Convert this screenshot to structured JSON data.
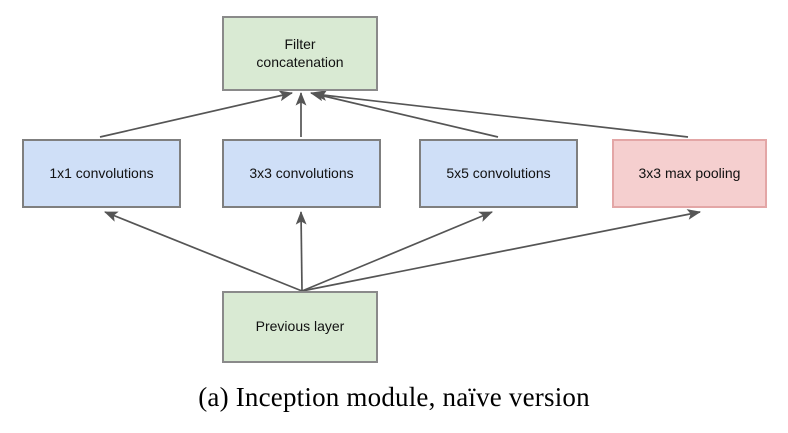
{
  "figure": {
    "caption": "(a) Inception module, naïve version",
    "background_color": "#ffffff",
    "edge_color": "#555555"
  },
  "nodes": {
    "filter_concatenation": {
      "label": "Filter\nconcatenation",
      "fill": "#d9ead3",
      "stroke": "#8a8a8a"
    },
    "conv1x1": {
      "label": "1x1 convolutions",
      "fill": "#cfdff7",
      "stroke": "#7f7f7f"
    },
    "conv3x3": {
      "label": "3x3 convolutions",
      "fill": "#cfdff7",
      "stroke": "#7f7f7f"
    },
    "conv5x5": {
      "label": "5x5 convolutions",
      "fill": "#cfdff7",
      "stroke": "#7f7f7f"
    },
    "maxpool3x3": {
      "label": "3x3 max pooling",
      "fill": "#f5cfcf",
      "stroke": "#e3a6a6"
    },
    "previous_layer": {
      "label": "Previous layer",
      "fill": "#d9ead3",
      "stroke": "#8a8a8a"
    }
  },
  "edges": [
    {
      "from": "previous_layer",
      "to": "conv1x1"
    },
    {
      "from": "previous_layer",
      "to": "conv3x3"
    },
    {
      "from": "previous_layer",
      "to": "conv5x5"
    },
    {
      "from": "previous_layer",
      "to": "maxpool3x3"
    },
    {
      "from": "conv1x1",
      "to": "filter_concatenation"
    },
    {
      "from": "conv3x3",
      "to": "filter_concatenation"
    },
    {
      "from": "conv5x5",
      "to": "filter_concatenation"
    },
    {
      "from": "maxpool3x3",
      "to": "filter_concatenation"
    }
  ]
}
